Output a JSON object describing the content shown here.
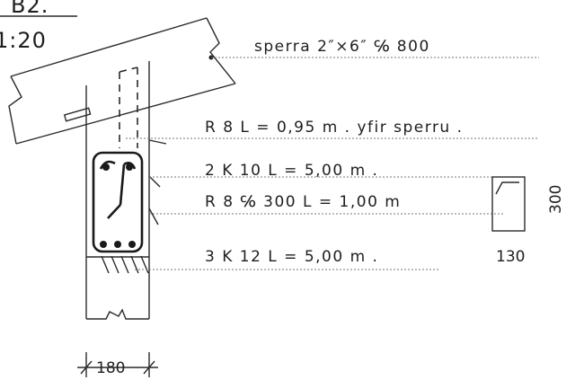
{
  "title": {
    "drawing_id": "B2.",
    "scale": "1:20"
  },
  "notes": {
    "rafter": "sperra  2″×6″ ℅ 800",
    "stirrup_top": "R 8 L = 0,95 m . yfir sperru .",
    "top_bars": "2 K 10  L = 5,00 m .",
    "stirrups": "R 8 ℅ 300  L = 1,00 m",
    "bottom_bars": "3 K 12  L = 5,00 m ."
  },
  "section_detail": {
    "height": "300",
    "width": "130"
  },
  "wall_dimension": "180"
}
